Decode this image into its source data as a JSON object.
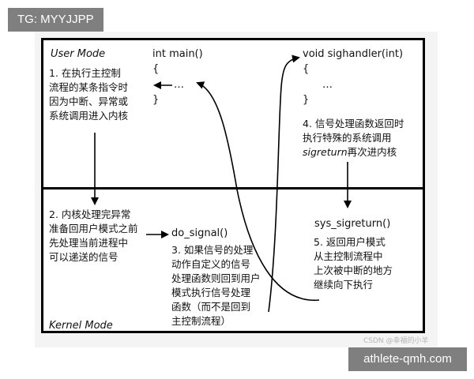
{
  "header_tag": "TG: MYYJJPP",
  "watermark_bottom": "athlete-qmh.com",
  "csdn_watermark": "CSDN @幸福的小羊",
  "user_mode": "User Mode",
  "kernel_mode": "Kernel Mode",
  "main_code": {
    "sig": "int main()",
    "open": "{",
    "body": "…",
    "close": "}"
  },
  "handler_code": {
    "sig": "void sighandler(int)",
    "open": "{",
    "body": "…",
    "close": "}"
  },
  "do_signal": "do_signal()",
  "sys_sigreturn": "sys_sigreturn()",
  "step1": [
    "1. 在执行主控制",
    "流程的某条指令时",
    "因为中断、异常或",
    "系统调用进入内核"
  ],
  "step2": [
    "2. 内核处理完异常",
    "准备回用户模式之前",
    "先处理当前进程中",
    "可以递送的信号"
  ],
  "step3": [
    "3. 如果信号的处理",
    "动作自定义的信号",
    "处理函数则回到用户",
    "模式执行信号处理",
    "函数（而不是回到",
    "主控制流程）"
  ],
  "step4": {
    "line1": "4. 信号处理函数返回时",
    "line2": "执行特殊的系统调用",
    "line3_italic": "sigreturn",
    "line3_rest": "再次进内核"
  },
  "step5": [
    "5. 返回用户模式",
    "从主控制流程中",
    "上次被中断的地方",
    "继续向下执行"
  ]
}
